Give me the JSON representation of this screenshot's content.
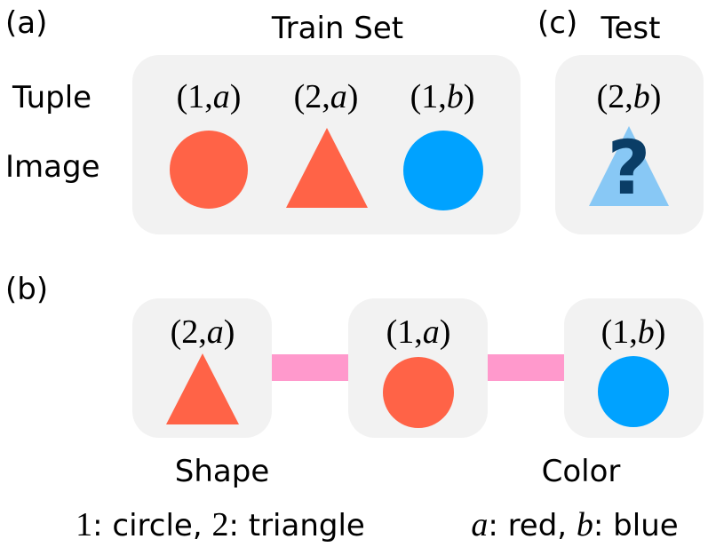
{
  "panel_a": {
    "label": "(a)",
    "title": "Train Set",
    "row_labels": {
      "tuple": "Tuple",
      "image": "Image"
    },
    "items": [
      {
        "tuple": [
          "1",
          "a"
        ],
        "shape": "circle",
        "color": "#ff6347"
      },
      {
        "tuple": [
          "2",
          "a"
        ],
        "shape": "triangle",
        "color": "#ff6347"
      },
      {
        "tuple": [
          "1",
          "b"
        ],
        "shape": "circle",
        "color": "#00a2ff"
      }
    ]
  },
  "panel_c": {
    "label": "(c)",
    "title": "Test",
    "item": {
      "tuple": [
        "2",
        "b"
      ],
      "shape": "triangle",
      "color": "#88c8f5",
      "mark": "?",
      "mark_color": "#0a3d66"
    }
  },
  "panel_b": {
    "label": "(b)",
    "nodes": [
      {
        "tuple": [
          "2",
          "a"
        ],
        "shape": "triangle",
        "color": "#ff6347"
      },
      {
        "tuple": [
          "1",
          "a"
        ],
        "shape": "circle",
        "color": "#ff6347"
      },
      {
        "tuple": [
          "1",
          "b"
        ],
        "shape": "circle",
        "color": "#00a2ff"
      }
    ],
    "link_color": "#ff99cc",
    "captions": {
      "shape": "Shape",
      "color": "Color"
    },
    "legend_shape": {
      "n1": "1",
      "t1": ": circle, ",
      "n2": "2",
      "t2": ": triangle"
    },
    "legend_color": {
      "v1": "a",
      "t1": ": red, ",
      "v2": "b",
      "t2": ": blue"
    }
  }
}
